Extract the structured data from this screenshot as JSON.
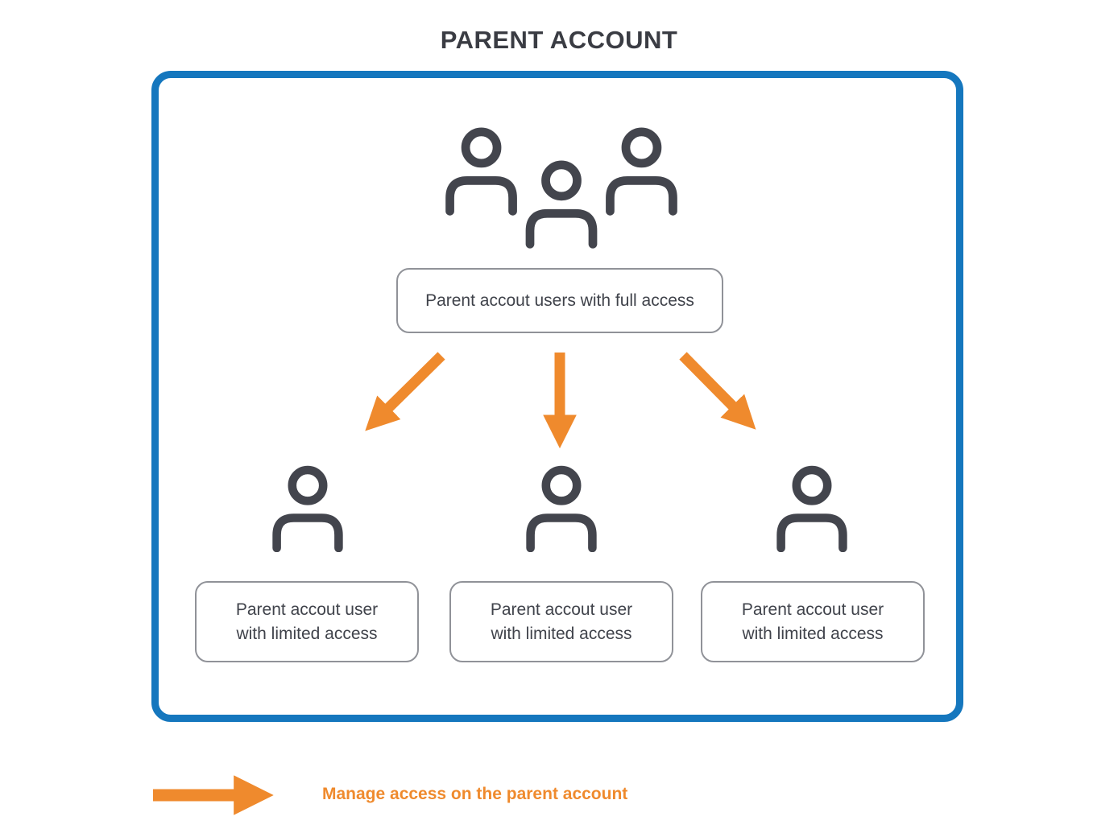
{
  "title": "PARENT ACCOUNT",
  "colors": {
    "container_border_blue": "#1577BE",
    "arrow_orange": "#EF8A2D",
    "icon_charcoal": "#43454D",
    "box_border_gray": "#909298",
    "body_text": "#40434B",
    "title_text": "#3A3C43"
  },
  "icons": {
    "top_group": "users-group-icon",
    "child_user": "user-icon",
    "legend_arrow": "right-arrow-icon"
  },
  "diagram": {
    "full_access_label": "Parent accout users with full access",
    "limited_nodes": [
      {
        "line1": "Parent accout user",
        "line2": "with limited access"
      },
      {
        "line1": "Parent accout user",
        "line2": "with limited access"
      },
      {
        "line1": "Parent accout user",
        "line2": "with limited access"
      }
    ]
  },
  "legend": {
    "label": "Manage access on the parent account"
  }
}
